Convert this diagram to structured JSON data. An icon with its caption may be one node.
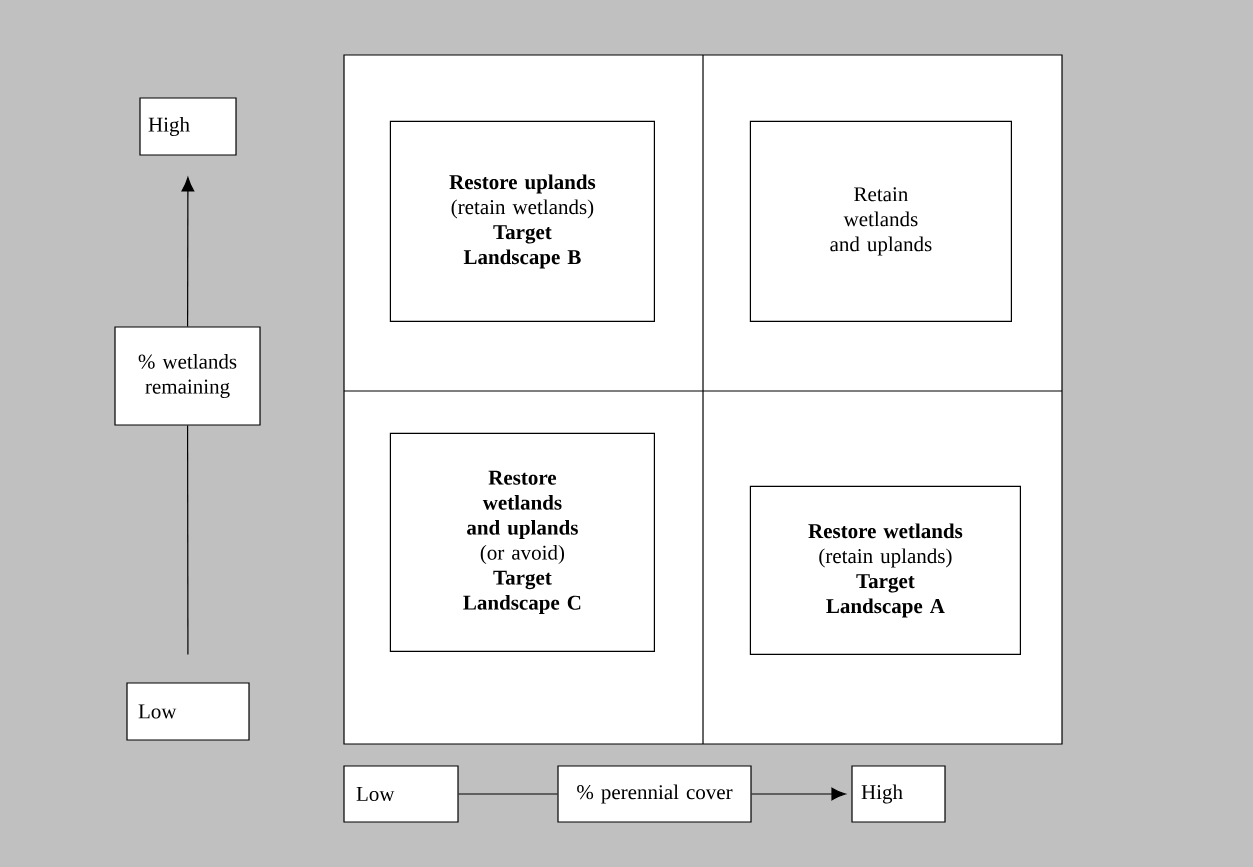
{
  "diagram": {
    "nodes": [
      {
        "text": [
          "High"
        ]
      },
      {
        "text": [
          "% wetlands remaining"
        ]
      },
      {
        "text": [
          "Low"
        ]
      },
      {
        "text": [],
        "shape": "box"
      },
      {
        "text": [
          "**Restore uplands**",
          "(retain wetlands)",
          "**Target Landscape B**"
        ],
        "in": 3
      },
      {
        "text": [
          "Retain wetlands and uplands"
        ],
        "in": 3
      },
      {
        "text": [
          "**Restore wetlands and uplands**",
          "(or avoid)",
          "**Target Landscape C**"
        ],
        "in": 3
      },
      {
        "text": [
          "**Restore wetlands**",
          "(retain uplands)",
          "**Target Landscape A**"
        ],
        "in": 3
      },
      {
        "text": [
          "Low"
        ]
      },
      {
        "text": [
          "% perennial cover"
        ]
      },
      {
        "text": [
          "High"
        ]
      }
    ],
    "edges": [
      {
        "from": 2,
        "to": 1,
        "arrow": "none"
      },
      {
        "from": 1,
        "to": 0,
        "arrow": "to"
      },
      {
        "from": 8,
        "to": 9,
        "arrow": "none"
      },
      {
        "from": 9,
        "to": 10,
        "arrow": "to"
      }
    ]
  }
}
